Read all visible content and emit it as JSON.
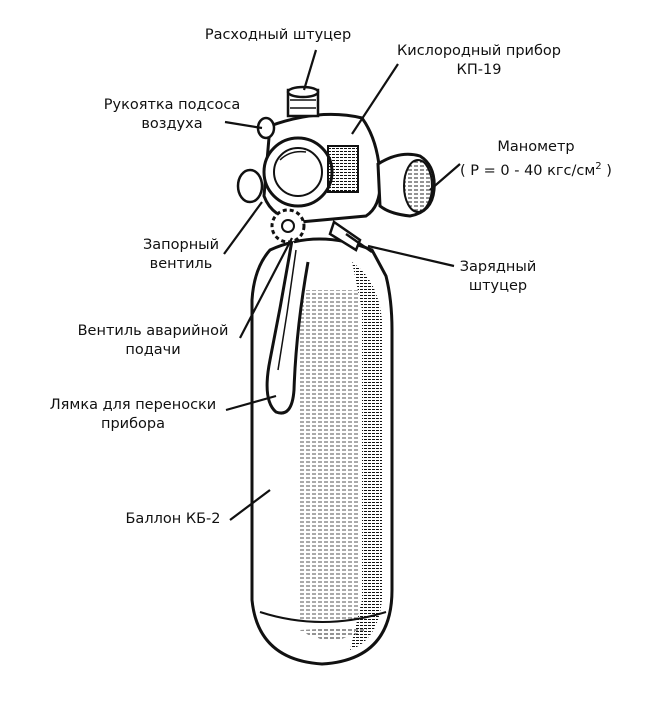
{
  "labels": {
    "outlet_fitting": "Расходный штуцер",
    "oxygen_device_line1": "Кислородный прибор",
    "oxygen_device_line2": "КП-19",
    "air_handle_line1": "Рукоятка подсоса",
    "air_handle_line2": "воздуха",
    "manometer_line1": "Манометр",
    "manometer_line2": "( Р = 0 - 40 кгс/см",
    "manometer_sup": "2",
    "manometer_close": " )",
    "shutoff_valve_line1": "Запорный",
    "shutoff_valve_line2": "вентиль",
    "charging_fitting_line1": "Зарядный",
    "charging_fitting_line2": "штуцер",
    "emergency_valve_line1": "Вентиль аварийной",
    "emergency_valve_line2": "подачи",
    "strap_line1": "Лямка для переноски",
    "strap_line2": "прибора",
    "cylinder": "Баллон КБ-2"
  },
  "colors": {
    "ink": "#111111",
    "paper": "#ffffff"
  }
}
